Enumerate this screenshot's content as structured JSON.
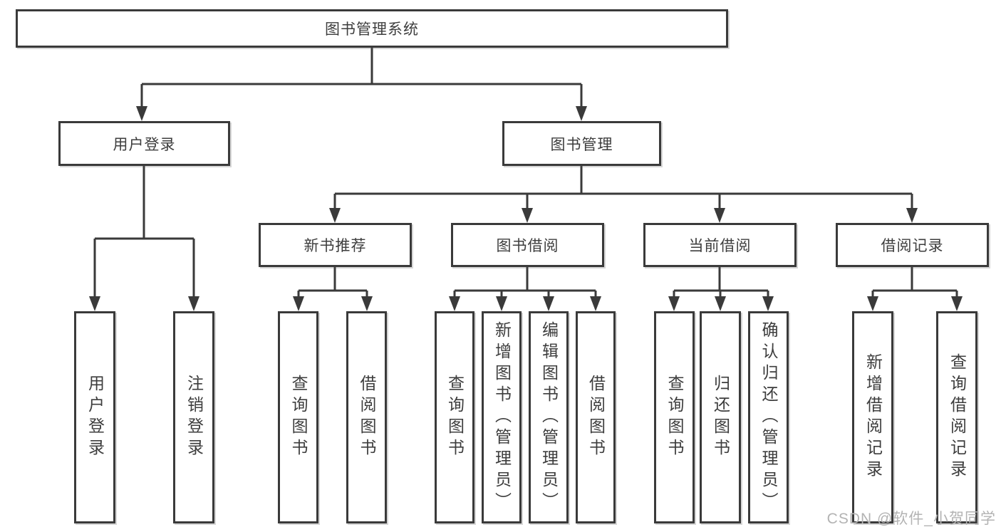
{
  "colors": {
    "background": "#ffffff",
    "line": "#3a3a3a",
    "text": "#3d3d3d",
    "watermark": "#b3b3b3"
  },
  "tree": {
    "root": {
      "label": "图书管理系统"
    },
    "branches": [
      {
        "label": "用户登录",
        "children": [
          {
            "label": "用户登录"
          },
          {
            "label": "注销登录"
          }
        ]
      },
      {
        "label": "图书管理",
        "children": [
          {
            "label": "新书推荐",
            "children": [
              {
                "label": "查询图书"
              },
              {
                "label": "借阅图书"
              }
            ]
          },
          {
            "label": "图书借阅",
            "children": [
              {
                "label": "查询图书"
              },
              {
                "label": "新增图书（管理员）"
              },
              {
                "label": "编辑图书（管理员）"
              },
              {
                "label": "借阅图书"
              }
            ]
          },
          {
            "label": "当前借阅",
            "children": [
              {
                "label": "查询图书"
              },
              {
                "label": "归还图书"
              },
              {
                "label": "确认归还（管理员）"
              }
            ]
          },
          {
            "label": "借阅记录",
            "children": [
              {
                "label": "新增借阅记录"
              },
              {
                "label": "查询借阅记录"
              }
            ]
          }
        ]
      }
    ]
  },
  "watermark": {
    "text": "CSDN @软件_小贺同学"
  }
}
